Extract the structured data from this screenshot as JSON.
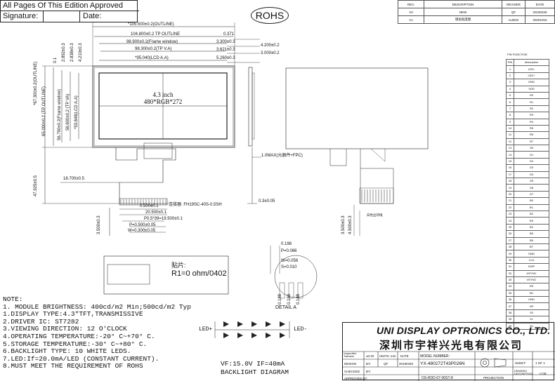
{
  "approval": {
    "title": "All Pages Of This Edition Approved",
    "signature": "Signature:",
    "date": "Date:"
  },
  "rohs": "ROHS",
  "revision": {
    "headers": [
      "REV.",
      "DESCRIPTION",
      "REVISER",
      "DATE"
    ],
    "rows": [
      [
        "V0",
        "NEW",
        "QF",
        "20190325"
      ],
      [
        "V1",
        "增加高度图",
        "ALBOK",
        "20201016"
      ]
    ]
  },
  "dims": {
    "outline_w": "*105.500±0.2(OUTLINE)",
    "tp_outline_w": "104.800±0.2 TP OUTLINE",
    "frame_w": "98.900±0.2(Frame window)",
    "tp_va_w": "98.300±0.2(TP V.A)",
    "lcd_aa_w": "*95.040(LCD A.A)",
    "d0371": "0.371",
    "d3300": "3.300±0.3",
    "d3621": "3.621±0.3",
    "d5260": "5.260±0.3",
    "d4200": "4.200±0.2",
    "d3000": "3.000±0.2",
    "d2892": "2.892±0.3",
    "d2838": "2.838±0.3",
    "d4210": "4.210±0.3",
    "d01": "0.1",
    "outline_h": "*67.300±0.2(OUTLINE)",
    "tp_outline_h": "65.000±0.2 (TP OUTLINE)",
    "frame_h": "56.790±0.2(Frame window)",
    "tp_va_h": "56.600±0.2 (TP VA)",
    "lcd_aa_h": "*53.848(LCD A.A)",
    "fpc_h": "47.925±0.5",
    "d18700": "18.700±0.5",
    "thick": "1.0MAX(元器件+FPC)",
    "d03": "0.3±0.05",
    "d3500a": "3.500±0.3",
    "d0500": "0.500±0.1",
    "d20500": "20.500±0.1",
    "d19500": "P0.5*39=19.500±0.1",
    "pitch": "P=0.500±0.05",
    "width": "W=0.300±0.05",
    "d3500b": "3.500±0.3",
    "d4500": "4.500±0.3"
  },
  "screen_text": {
    "size": "4.3 inch",
    "res": "480*RGB*272"
  },
  "connector": "连接器: FH19SC-40S-0.5SH",
  "resistor": {
    "title": "贴片:",
    "value": "R1=0 ohm/0402"
  },
  "rear_label": "白色丝印线",
  "detail": {
    "title": "DETAIL A",
    "vals": [
      "0.198",
      "P=0.066",
      "W=0.056",
      "S=0.010"
    ],
    "bottom": [
      "0.188",
      "0.198",
      "0.188"
    ]
  },
  "pin_table": {
    "title": "PIN FUNCTION",
    "header": [
      "PIN",
      "description"
    ],
    "rows": [
      "LED-",
      "LED+",
      "GND",
      "VDD",
      "R0",
      "R1",
      "R2",
      "R3",
      "R4",
      "R5",
      "R6",
      "R7",
      "G0",
      "G1",
      "G2",
      "G3",
      "G4",
      "G5",
      "G6",
      "G7",
      "B0",
      "B1",
      "B2",
      "B3",
      "B4",
      "B5",
      "B6",
      "B7",
      "GND",
      "CLK",
      "DISP",
      "HSYNC",
      "VSYNC",
      "DE",
      "NC",
      "GND",
      "XR",
      "YD",
      "XL",
      "YU"
    ]
  },
  "notes": [
    "NOTE:",
    "1. MODULE BRIGHTNESS:  400cd/m2  Min;500cd/m2 Typ",
    "1.DISPLAY TYPE:4.3\"TFT,TRANSMISSIVE",
    "2.DRIVER IC: ST7282",
    "3.VIEWING DIRECTION: 12 O'CLOCK",
    "4.OPERATING TEMPERATURE:-20° C~+70° C.",
    "5.STORAGE TEMPERATURE:-30° C~+80° C.",
    "6.BACKLIGHT TYPE: 10 WHITE LEDS.",
    "7.LED:If=20.0mA/LED (CONSTANT CURRENT).",
    "8.MUST MEET THE REQUIREMENT OF ROHS"
  ],
  "backlight": {
    "led_plus": "LED+",
    "led_minus": "LED-",
    "vf": "VF:15.0V IF=40mA",
    "title": "BACKLIGHT DIAGRAM"
  },
  "title_block": {
    "company_en": "UNI DISPLAY OPTRONICS CO., LTD.",
    "company_cn": "深圳市宇祥兴光电有限公司",
    "unspecified": "Unspecified Tolerance",
    "tol": "±0.20",
    "units": "UNITS: mm",
    "date_label": "DATE",
    "model_label": "MODEL NUMBER :",
    "design": "DESIGN",
    "by": "BY:",
    "qf": "QF",
    "date": "20190325",
    "model": "YX-480272T43P026N",
    "sheet_label": "SHEET:",
    "sheet": "1 OF 1",
    "checked": "CHECKED",
    "approved": "APPROVED BY:",
    "doc_no": "OS-RDD-07-00ST-8",
    "projection": "PROJECTION",
    "drawing_desc": "DRAWING DESCRIPTION",
    "lcm": "LCM"
  }
}
